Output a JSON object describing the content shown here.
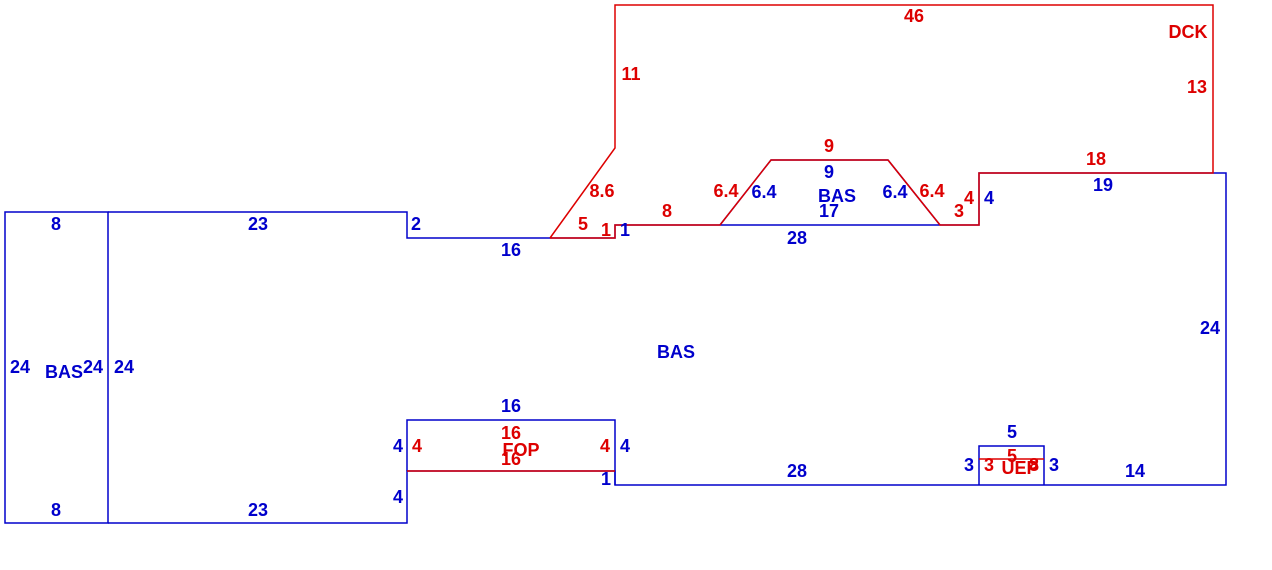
{
  "colors": {
    "main": "#0000cc",
    "secondary": "#dd0000",
    "background": "#ffffff"
  },
  "areas": {
    "bas_main": "BAS",
    "bas_left": "BAS",
    "bas_bay": "BAS",
    "dck": "DCK",
    "fop": "FOP",
    "uep": "UEP"
  },
  "dims": {
    "left_top": "8",
    "left_bottom": "8",
    "left_outer": "24",
    "left_inner_a": "24",
    "left_inner_b": "24",
    "top_23": "23",
    "bottom_23": "23",
    "step_2": "2",
    "seg_16_top": "16",
    "step_1a": "1",
    "step_1b": "1",
    "bay_top": "9",
    "bay_left": "6.4",
    "bay_right": "6.4",
    "bay_bottom": "17",
    "bay_base": "28",
    "right_4": "4",
    "top_19": "19",
    "right_24": "24",
    "fop_top_blue": "16",
    "fop_left_blue": "4",
    "fop_right_blue": "4",
    "lower_left_4": "4",
    "bottom_28": "28",
    "bottom_14": "14",
    "uep_top": "5",
    "uep_left_blue": "3",
    "uep_right_blue": "3",
    "dck_top": "46",
    "dck_left": "11",
    "dck_right": "13",
    "dck_18": "18",
    "dck_86": "8.6",
    "dck_5": "5",
    "dck_1": "1",
    "dck_8": "8",
    "dck_64a": "6.4",
    "dck_9": "9",
    "dck_64b": "6.4",
    "dck_4": "4",
    "dck_3": "3",
    "fop_top_red": "16",
    "fop_bottom_red": "16",
    "fop_left_red": "4",
    "fop_right_red": "4",
    "uep_left_red": "3",
    "uep_5": "5",
    "uep_8": "8"
  }
}
